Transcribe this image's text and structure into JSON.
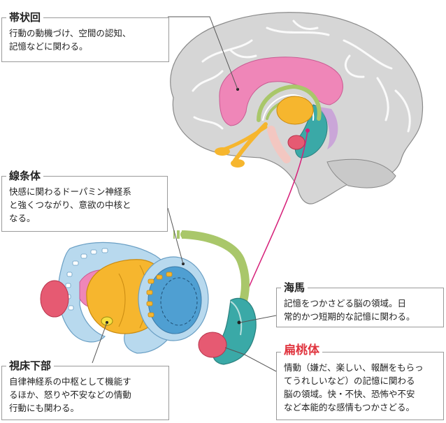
{
  "callouts": {
    "cingulate": {
      "title": "帯状回",
      "lines": [
        "行動の動機づけ、空間の認知、",
        "記憶などに関わる。"
      ]
    },
    "striatum": {
      "title": "線条体",
      "lines": [
        "快感に関わるドーパミン神経系",
        "と強くつながり、意欲の中核と",
        "なる。"
      ]
    },
    "hippocampus": {
      "title": "海馬",
      "lines": [
        "記憶をつかさどる脳の領域。日",
        "常的かつ短期的な記憶に関わる。"
      ]
    },
    "amygdala": {
      "title": "扁桃体",
      "lines": [
        "情動（嫌だ、楽しい、報酬をもらっ",
        "てうれしいなど）の記憶に関わる",
        "脳の領域。快・不快、恐怖や不安",
        "など本能的な感情もつかさどる。"
      ]
    },
    "hypothalamus": {
      "title": "視床下部",
      "lines": [
        "自律神経系の中枢として機能す",
        "るほか、怒りや不安などの情動",
        "行動にも関わる。"
      ]
    }
  },
  "colors": {
    "brain_gray": "#d6d6d6",
    "cingulate_pink": "#ef86b8",
    "thalamus_yellow": "#f6b62e",
    "striatum_blue": "#4f9fd2",
    "hippocampus_teal": "#3aa9a7",
    "amygdala_red": "#e65a72",
    "fornix_green": "#a9c76a",
    "title_red": "#e0353f",
    "arrow_magenta": "#d6217a"
  }
}
